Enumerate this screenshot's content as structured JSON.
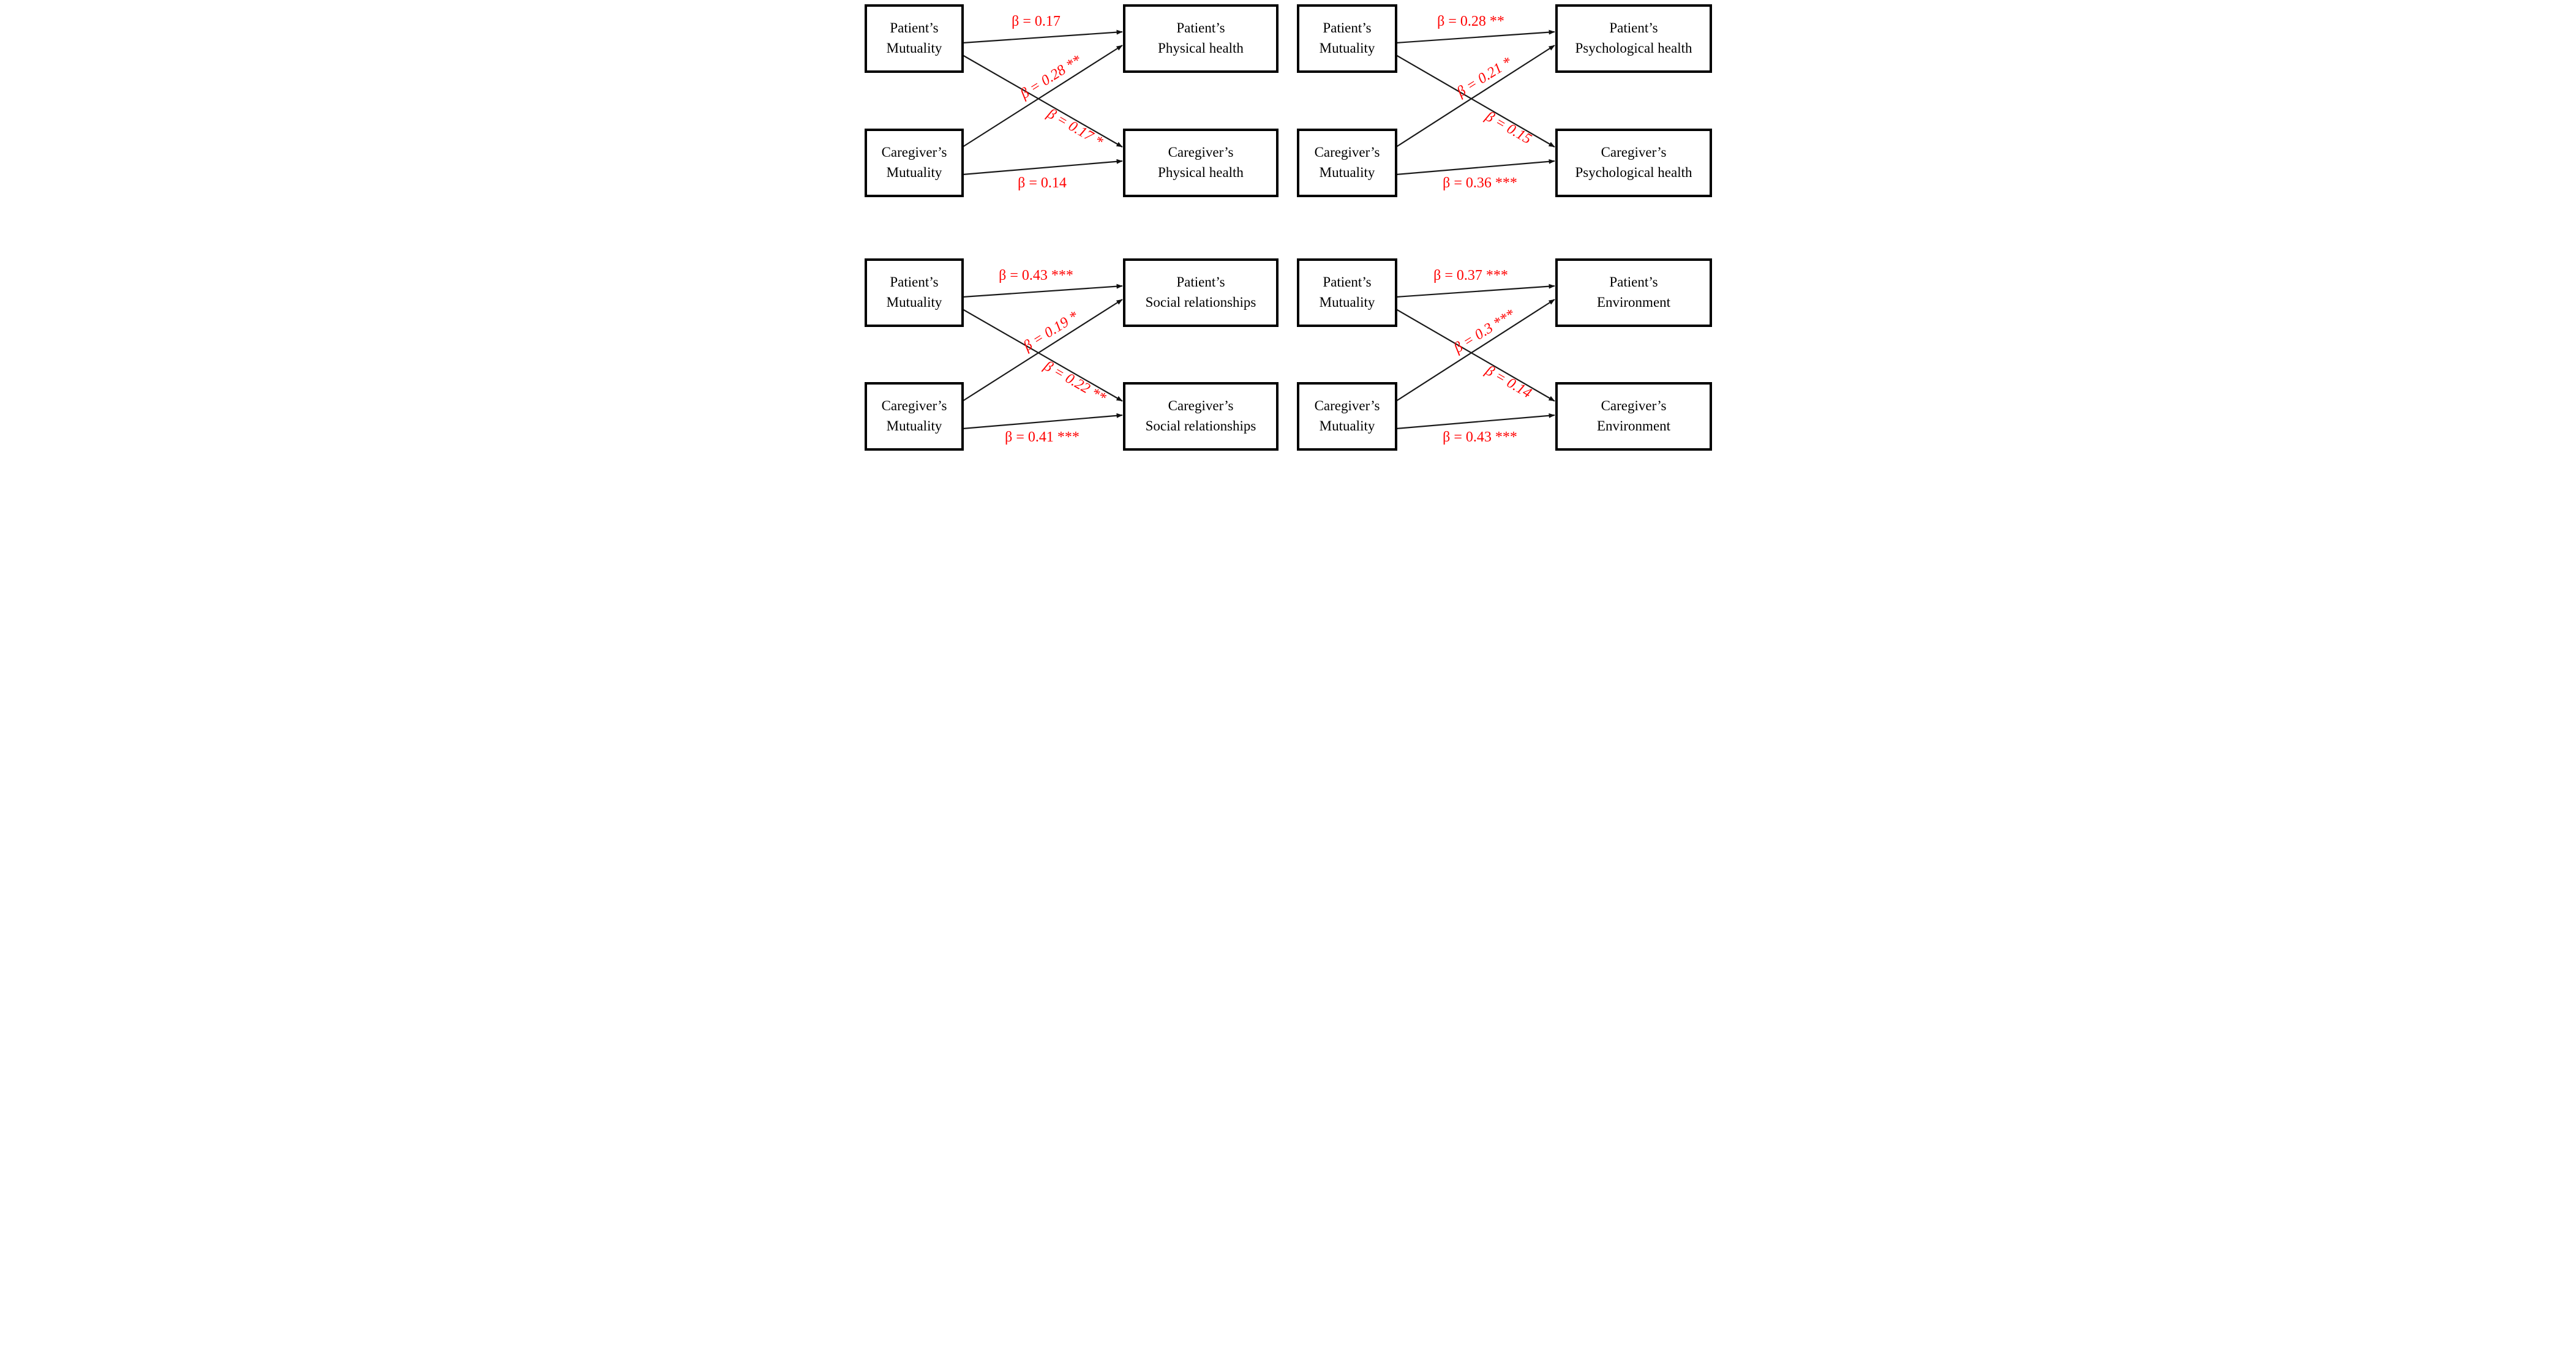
{
  "figure": {
    "background": "#ffffff",
    "coefficient_color": "#ff0000",
    "box_border_color": "#000000",
    "arrow_color": "#1a1a1a"
  },
  "models": [
    {
      "name": "physical-health",
      "predictor_patient": {
        "line1": "Patient’s",
        "line2": "Mutuality"
      },
      "predictor_caregiver": {
        "line1": "Caregiver’s",
        "line2": "Mutuality"
      },
      "outcome_patient": {
        "line1": "Patient’s",
        "line2": "Physical health"
      },
      "outcome_caregiver": {
        "line1": "Caregiver’s",
        "line2": "Physical health"
      },
      "paths": {
        "patient_to_patient": "β = 0.17",
        "caregiver_to_patient": "β = 0.28 **",
        "patient_to_caregiver": "β = 0.17 *",
        "caregiver_to_caregiver": "β = 0.14"
      }
    },
    {
      "name": "psychological-health",
      "predictor_patient": {
        "line1": "Patient’s",
        "line2": "Mutuality"
      },
      "predictor_caregiver": {
        "line1": "Caregiver’s",
        "line2": "Mutuality"
      },
      "outcome_patient": {
        "line1": "Patient’s",
        "line2": "Psychological health"
      },
      "outcome_caregiver": {
        "line1": "Caregiver’s",
        "line2": "Psychological health"
      },
      "paths": {
        "patient_to_patient": "β = 0.28 **",
        "caregiver_to_patient": "β = 0.21 *",
        "patient_to_caregiver": "β = 0.15",
        "caregiver_to_caregiver": "β = 0.36 ***"
      }
    },
    {
      "name": "social-relationships",
      "predictor_patient": {
        "line1": "Patient’s",
        "line2": "Mutuality"
      },
      "predictor_caregiver": {
        "line1": "Caregiver’s",
        "line2": "Mutuality"
      },
      "outcome_patient": {
        "line1": "Patient’s",
        "line2": "Social relationships"
      },
      "outcome_caregiver": {
        "line1": "Caregiver’s",
        "line2": "Social relationships"
      },
      "paths": {
        "patient_to_patient": "β = 0.43 ***",
        "caregiver_to_patient": "β = 0.19 *",
        "patient_to_caregiver": "β = 0.22 **",
        "caregiver_to_caregiver": "β = 0.41 ***"
      }
    },
    {
      "name": "environment",
      "predictor_patient": {
        "line1": "Patient’s",
        "line2": "Mutuality"
      },
      "predictor_caregiver": {
        "line1": "Caregiver’s",
        "line2": "Mutuality"
      },
      "outcome_patient": {
        "line1": "Patient’s",
        "line2": "Environment"
      },
      "outcome_caregiver": {
        "line1": "Caregiver’s",
        "line2": "Environment"
      },
      "paths": {
        "patient_to_patient": "β = 0.37 ***",
        "caregiver_to_patient": "β = 0.3 ***",
        "patient_to_caregiver": "β = 0.14",
        "caregiver_to_caregiver": "β = 0.43 ***"
      }
    }
  ]
}
